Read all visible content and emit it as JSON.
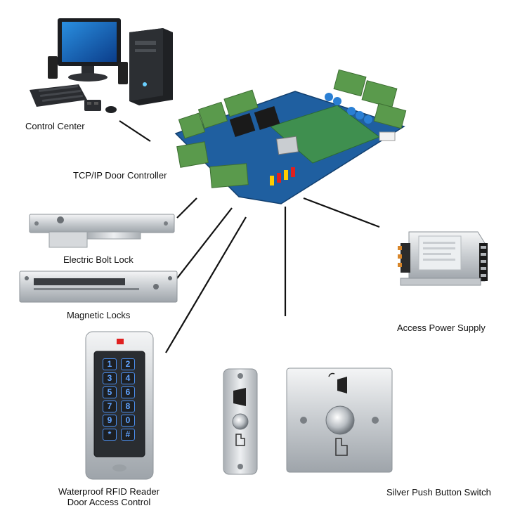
{
  "labels": {
    "control_center": "Control Center",
    "door_controller": "TCP/IP Door Controller",
    "bolt_lock": "Electric Bolt Lock",
    "magnetic_locks": "Magnetic Locks",
    "power_supply": "Access Power Supply",
    "rfid_line1": "Waterproof RFID Reader",
    "rfid_line2": "Door Access Control",
    "push_button": "Silver Push Button Switch"
  },
  "keypad": {
    "keys": [
      "1",
      "2",
      "3",
      "4",
      "5",
      "6",
      "7",
      "8",
      "9",
      "0",
      "*",
      "#"
    ]
  },
  "colors": {
    "pcb": "#1f5fa0",
    "terminal": "#5a9a4c",
    "metal": "#c8ccd0",
    "keypad_blue": "#2a6fd6",
    "connector": "#111111"
  }
}
